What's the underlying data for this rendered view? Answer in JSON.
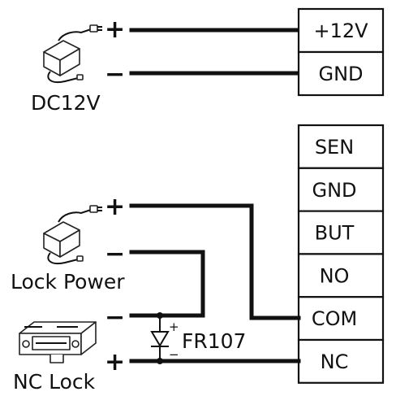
{
  "power_supply": {
    "label": "DC12V",
    "plus": "+",
    "minus": "−",
    "terminals": [
      "+12V",
      "GND"
    ]
  },
  "lock_power": {
    "label": "Lock Power",
    "plus": "+",
    "minus": "−"
  },
  "nc_lock": {
    "label": "NC Lock",
    "minus": "−",
    "plus": "+"
  },
  "diode": {
    "label": "FR107",
    "plus": "+",
    "minus": "−"
  },
  "controller_terminals": [
    "SEN",
    "GND",
    "BUT",
    "NO",
    "COM",
    "NC"
  ],
  "icons": [
    "power-adapter-icon",
    "power-adapter-icon",
    "electric-strike-lock-icon",
    "diode-icon"
  ]
}
